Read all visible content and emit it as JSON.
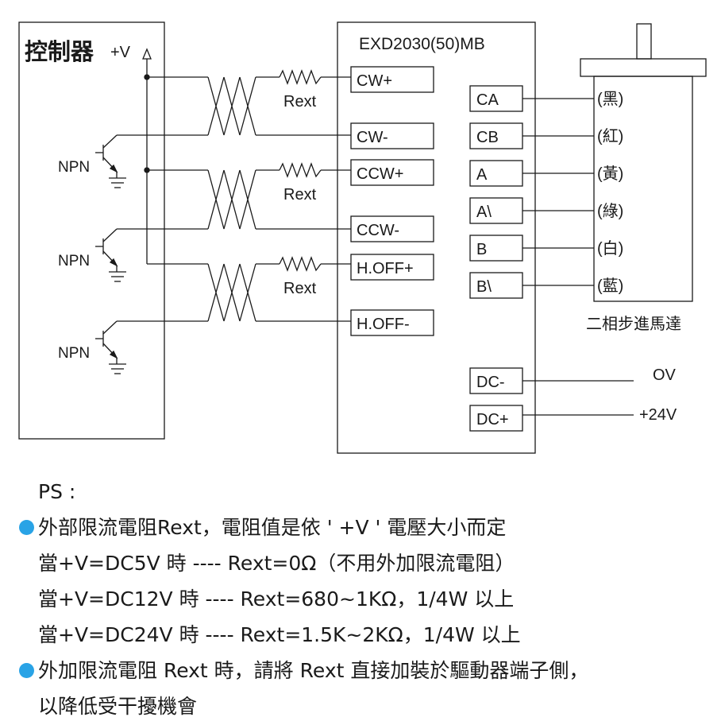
{
  "controller": {
    "title": "控制器",
    "supply": "+V",
    "transistor_label": "NPN"
  },
  "driver": {
    "model": "EXD2030(50)MB",
    "inputs": [
      "CW+",
      "CW-",
      "CCW+",
      "CCW-",
      "H.OFF+",
      "H.OFF-"
    ],
    "resistor_label": "Rext",
    "outputs": [
      "CA",
      "CB",
      "A",
      "A\\",
      "B",
      "B\\"
    ],
    "power": [
      "DC-",
      "DC+"
    ]
  },
  "motor": {
    "name": "二相步進馬達",
    "wires": [
      "(黑)",
      "(紅)",
      "(黃)",
      "(綠)",
      "(白)",
      "(藍)"
    ]
  },
  "power_supply": {
    "ov": "OV",
    "v24": "+24V"
  },
  "notes": {
    "heading": "PS :",
    "line1": "外部限流電阻Rext，電阻值是依 ' +V ' 電壓大小而定",
    "line2": "當+V=DC5V 時 ---- Rext=0Ω（不用外加限流電阻）",
    "line3": "當+V=DC12V 時 ---- Rext=680~1KΩ，1/4W 以上",
    "line4": "當+V=DC24V 時 ---- Rext=1.5K~2KΩ，1/4W 以上",
    "line5": "外加限流電阻 Rext 時，請將 Rext 直接加裝於驅動器端子側，",
    "line6": "以降低受干擾機會"
  },
  "colors": {
    "bullet": "#29a3e6",
    "line": "#1a1a1a"
  }
}
